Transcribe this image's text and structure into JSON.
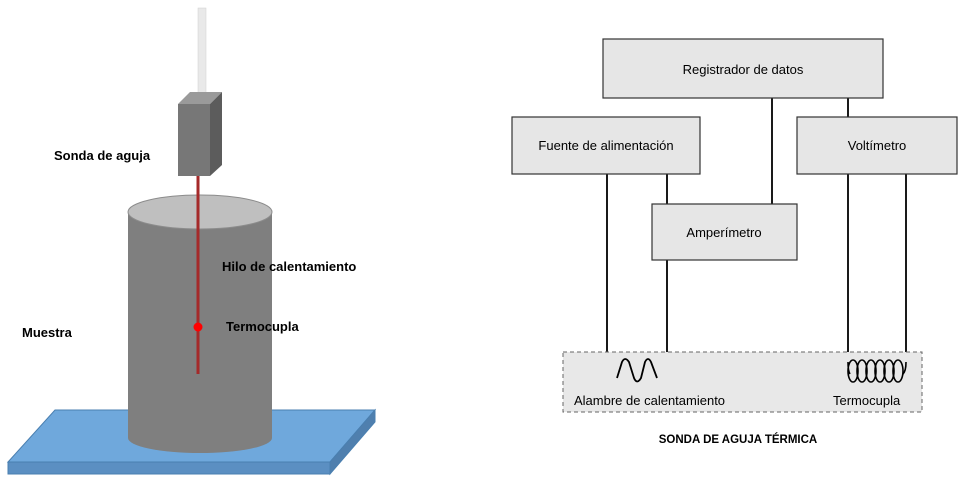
{
  "left_diagram": {
    "labels": {
      "needle_probe": "Sonda de aguja",
      "heating_wire": "Hilo de calentamiento",
      "thermocouple": "Termocupla",
      "sample": "Muestra"
    },
    "colors": {
      "base_plate": "#6fa8dc",
      "cylinder": "#7f7f7f",
      "cylinder_top": "#bfbfbf",
      "probe_body": "#737373",
      "needle": "#a52a2a",
      "thermocouple_dot": "#ff0000"
    }
  },
  "right_diagram": {
    "boxes": {
      "data_logger": "Registrador de datos",
      "power_supply": "Fuente de alimentación",
      "voltmeter": "Voltímetro",
      "ammeter": "Amperímetro"
    },
    "probe_region": {
      "heating_wire": "Alambre de calentamiento",
      "thermocouple": "Termocupla"
    },
    "caption": "SONDA DE AGUJA TÉRMICA",
    "colors": {
      "box_fill": "#e6e6e6",
      "probe_region_fill": "#e8e8e8"
    }
  }
}
